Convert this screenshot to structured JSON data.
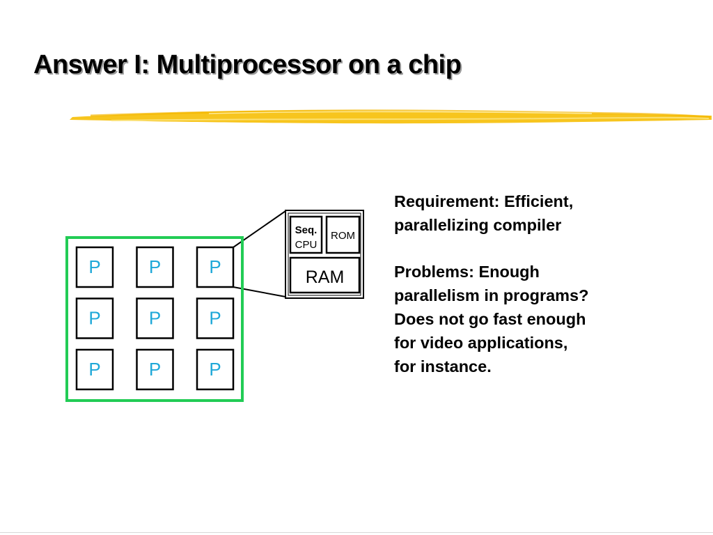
{
  "slide": {
    "title": "Answer I: Multiprocessor on a chip"
  },
  "diagram": {
    "processor_label": "P",
    "processor_grid_rows": 3,
    "processor_grid_cols": 3,
    "processor_tile_labels": [
      "P",
      "P",
      "P",
      "P",
      "P",
      "P",
      "P",
      "P",
      "P"
    ],
    "chip_seq_cpu_line1": "Seq.",
    "chip_seq_cpu_line2": "CPU",
    "chip_rom_label": "ROM",
    "chip_ram_label": "RAM",
    "colors": {
      "grid_border": "#22cc55",
      "processor_text": "#1fa8d8",
      "title_underline": "#f7c51e"
    }
  },
  "text": {
    "requirement": "Requirement: Efficient,\nparallelizing compiler",
    "problems": "Problems: Enough\nparallelism in programs?\nDoes not go fast enough\nfor video applications,\nfor instance."
  }
}
